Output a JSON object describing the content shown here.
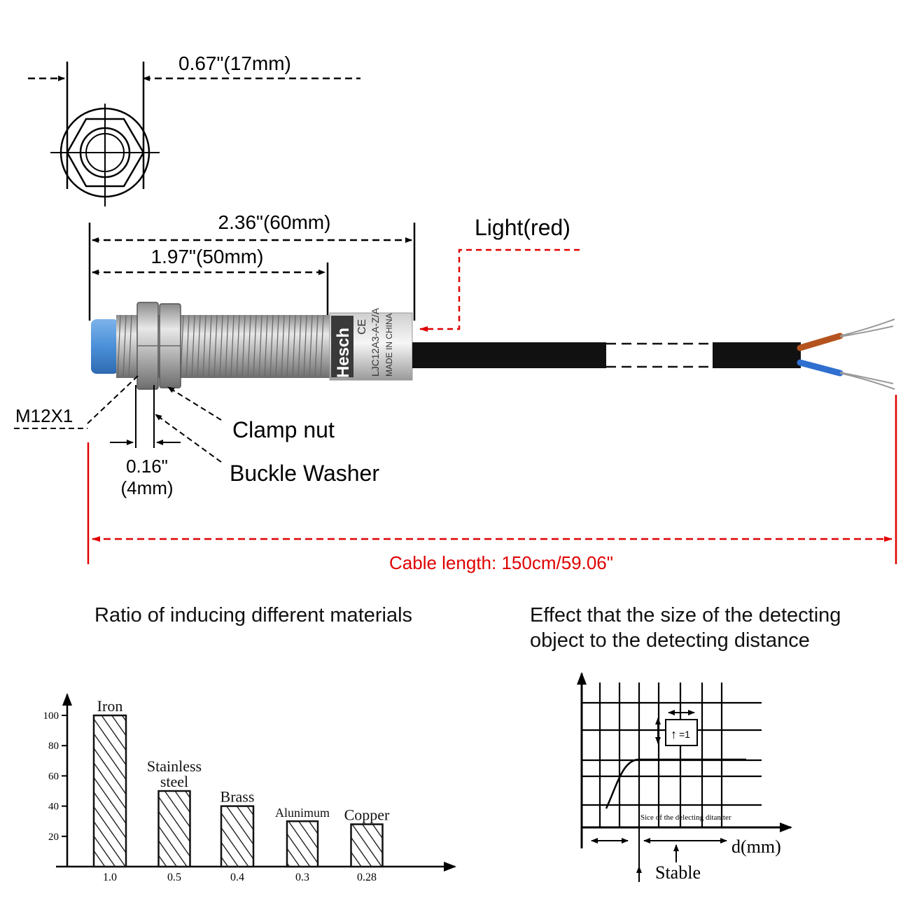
{
  "dimensions": {
    "width_label": "0.67\"(17mm)",
    "total_length_label": "2.36\"(60mm)",
    "thread_length_label": "1.97\"(50mm)",
    "nut_width_label_in": "0.16\"",
    "nut_width_label_mm": "(4mm)",
    "thread_label": "M12X1",
    "cable_length_label": "Cable length: 150cm/59.06\""
  },
  "callouts": {
    "light": "Light(red)",
    "clamp_nut": "Clamp nut",
    "buckle_washer": "Buckle Washer"
  },
  "sensor_markings": {
    "brand": "Hesch",
    "model": "LJC12A3-A-Z/A",
    "origin": "MADE IN CHINA",
    "cert": "CE"
  },
  "colors": {
    "dimension_line": "#000000",
    "cable_dimension": "#e00000",
    "sensor_cap": "#4a90d9",
    "wire_brown": "#b5531f",
    "wire_blue": "#2f6fd0",
    "cable": "#111111"
  },
  "chart_title": "Ratio of inducing different materials",
  "chart_data": {
    "type": "bar",
    "categories": [
      "Iron",
      "Stainless steel",
      "Brass",
      "Alunimum",
      "Copper"
    ],
    "ratio_labels": [
      "1.0",
      "0.5",
      "0.4",
      "0.3",
      "0.28"
    ],
    "values": [
      100,
      50,
      40,
      30,
      28
    ],
    "yticks": [
      "100",
      "80",
      "60",
      "40",
      "20"
    ],
    "ylim": [
      0,
      100
    ]
  },
  "effect_graph": {
    "title_line1": "Effect that the size of the detecting",
    "title_line2": "object to the detecting distance",
    "inset_label": "=1",
    "curve_label": "Sice of the delecting ditantter",
    "x_axis_label": "d(mm)",
    "stable_label": "Stable"
  }
}
